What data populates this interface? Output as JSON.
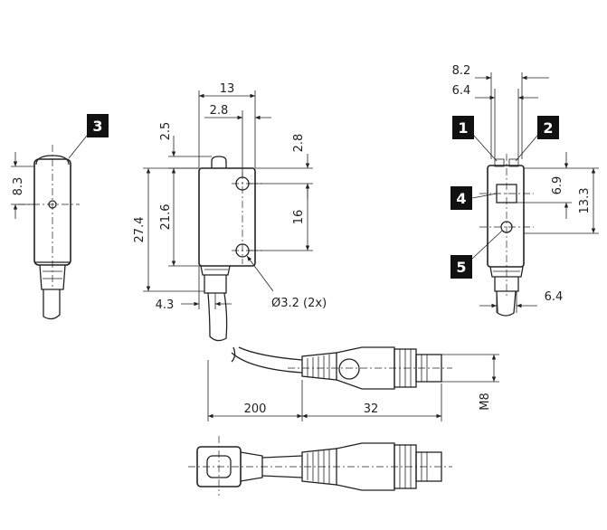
{
  "dimensions": {
    "d_8_3": "8.3",
    "d_13": "13",
    "d_2_8_top": "2.8",
    "d_2_5": "2.5",
    "d_2_8_right": "2.8",
    "d_27_4": "27.4",
    "d_21_6": "21.6",
    "d_16": "16",
    "d_4_3": "4.3",
    "d_hole": "Ø3.2 (2x)",
    "d_8_2": "8.2",
    "d_6_4_top": "6.4",
    "d_6_9": "6.9",
    "d_13_3": "13.3",
    "d_6_4_bottom": "6.4",
    "d_200": "200",
    "d_32": "32",
    "d_m8": "M8"
  },
  "callouts": {
    "c1": "1",
    "c2": "2",
    "c3": "3",
    "c4": "4",
    "c5": "5"
  }
}
